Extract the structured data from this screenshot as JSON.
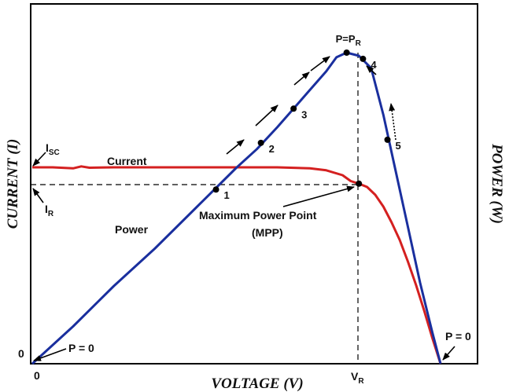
{
  "chart_data": {
    "type": "line",
    "xlabel": "VOLTAGE (V)",
    "ylabel_left": "CURRENT (I)",
    "ylabel_right": "POWER (W)",
    "colors": {
      "current": "#d42020",
      "power": "#1a2f9e",
      "axes": "#000000"
    },
    "series": [
      {
        "name": "Current",
        "color": "#d42020",
        "x": [
          0,
          0.05,
          0.1,
          0.12,
          0.14,
          0.2,
          0.3,
          0.4,
          0.5,
          0.6,
          0.68,
          0.72,
          0.76,
          0.78,
          0.8,
          0.82,
          0.84,
          0.86,
          0.88,
          0.9,
          0.92,
          0.94,
          0.96,
          0.98,
          1.0
        ],
        "y": [
          1.0,
          1.0,
          0.995,
          1.005,
          0.998,
          1.0,
          1.0,
          1.0,
          1.0,
          1.0,
          0.995,
          0.985,
          0.96,
          0.93,
          0.917,
          0.9,
          0.86,
          0.8,
          0.72,
          0.63,
          0.52,
          0.4,
          0.27,
          0.13,
          0.0
        ]
      },
      {
        "name": "Power",
        "color": "#1a2f9e",
        "x": [
          0,
          0.1,
          0.2,
          0.3,
          0.4,
          0.5,
          0.55,
          0.6,
          0.64,
          0.68,
          0.72,
          0.745,
          0.77,
          0.8,
          0.83,
          0.86,
          0.89,
          0.92,
          0.95,
          0.98,
          1.0
        ],
        "y": [
          0,
          0.12,
          0.25,
          0.37,
          0.5,
          0.63,
          0.69,
          0.76,
          0.82,
          0.88,
          0.94,
          0.985,
          1.0,
          0.99,
          0.95,
          0.8,
          0.62,
          0.44,
          0.26,
          0.1,
          0.0
        ]
      }
    ],
    "power_points": [
      {
        "label": "1",
        "x": 0.45,
        "y": 0.56
      },
      {
        "label": "2",
        "x": 0.56,
        "y": 0.71
      },
      {
        "label": "3",
        "x": 0.64,
        "y": 0.82
      },
      {
        "label": "4",
        "x": 0.81,
        "y": 0.98
      },
      {
        "label": "5",
        "x": 0.87,
        "y": 0.72
      },
      {
        "label": "P=P",
        "sub": "R",
        "x": 0.77,
        "y": 1.0
      }
    ],
    "mpp": {
      "x": 0.8,
      "y": 0.917
    },
    "annotations": {
      "isc": {
        "text": "I",
        "sub": "SC"
      },
      "ir": {
        "text": "I",
        "sub": "R"
      },
      "current": "Current",
      "power": "Power",
      "mpp_line1": "Maximum Power Point",
      "mpp_line2": "(MPP)",
      "p0_left": "P = 0",
      "p0_right": "P = 0",
      "origin": "0",
      "origin_y": "0",
      "vr": {
        "text": "V",
        "sub": "R"
      }
    }
  }
}
